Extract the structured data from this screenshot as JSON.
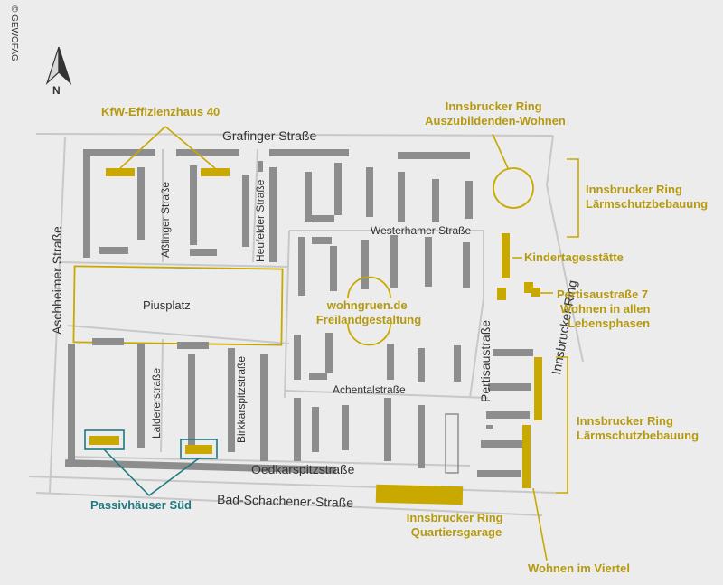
{
  "copyright": "© GEWOFAG",
  "north": "N",
  "colors": {
    "background": "#ececec",
    "building": "#8d8d8d",
    "highlight": "#c9a800",
    "passive": "#1d7a80",
    "road": "#c8c8c8"
  },
  "streets": {
    "grafinger": "Grafinger Straße",
    "aschheimer": "Aschheimer Straße",
    "asslinger": "Aßlinger Straße",
    "heufelder": "Heufelder Straße",
    "westerhamer": "Westerhamer Straße",
    "achental": "Achentalstraße",
    "lalderer": "Laldererstraße",
    "birkkarspitz": "Birkkarspitzstraße",
    "oedkarspitz": "Oedkarspitzstraße",
    "bad_schachener": "Bad-Schachener-Straße",
    "pertisau": "Pertisaustraße",
    "innsbrucker_ring": "Innsbrucker Ring"
  },
  "places": {
    "piusplatz": "Piusplatz"
  },
  "projects": {
    "kfw": "KfW-Effizienzhaus 40",
    "azubi": [
      "Innsbrucker Ring",
      "Auszubildenden-Wohnen"
    ],
    "laerm_north": [
      "Innsbrucker Ring",
      "Lärmschutzbebauung"
    ],
    "kita": "Kindertagesstätte",
    "pertisau7": [
      "Pertisaustraße 7",
      "Wohnen in allen",
      "Lebensphasen"
    ],
    "freiland": [
      "wohngruen.de",
      "Freilandgestaltung"
    ],
    "laerm_south": [
      "Innsbrucker Ring",
      "Lärmschutzbebauung"
    ],
    "garage": [
      "Innsbrucker Ring",
      "Quartiersgarage"
    ],
    "viertel": "Wohnen im Viertel",
    "passiv": "Passivhäuser Süd"
  }
}
